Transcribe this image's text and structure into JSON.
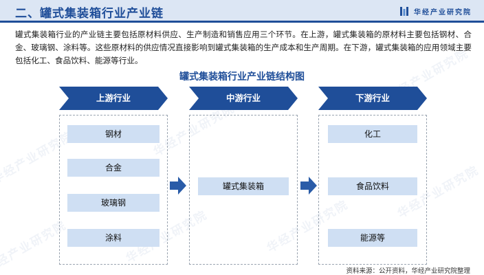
{
  "header": {
    "title": "二、罐式集装箱行业产业链",
    "brand": "华经产业研究院",
    "brand_logo_icon": "hj-logo-icon"
  },
  "intro": "罐式集装箱行业的产业链主要包括原材料供应、生产制造和销售应用三个环节。在上游，罐式集装箱的原材料主要包括钢材、合金、玻璃钢、涂料等。这些原材料的供应情况直接影响到罐式集装箱的生产成本和生产周期。在下游，罐式集装箱的应用领域主要包括化工、食品饮料、能源等行业。",
  "diagram": {
    "title": "罐式集装箱行业产业链结构图",
    "stages": [
      {
        "label": "上游行业",
        "items": [
          "钢材",
          "合金",
          "玻璃钢",
          "涂料"
        ]
      },
      {
        "label": "中游行业",
        "items": [
          "罐式集装箱"
        ]
      },
      {
        "label": "下游行业",
        "items": [
          "化工",
          "食品饮料",
          "能源等"
        ]
      }
    ]
  },
  "source": "资料来源：公开资料，华经产业研究院整理",
  "watermark": "华经产业研究院",
  "colors": {
    "primary": "#1f4e99",
    "header_bg": "#dce6f4",
    "item_bg": "#cfdff3",
    "arrow": "#2a5ca8"
  }
}
